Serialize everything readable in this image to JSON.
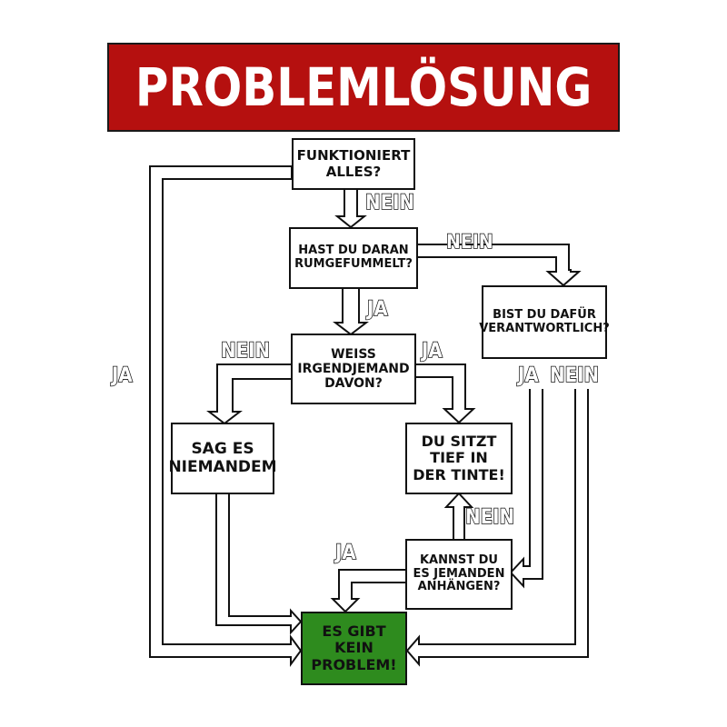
{
  "title": "PROBLEMLÖSUNG",
  "nodes": {
    "funktioniert": "FUNKTIONIERT\nALLES?",
    "rumgefummelt": "HAST DU DARAN\nRUMGEFUMMELT?",
    "verantwortlich": "BIST DU DAFÜR\nVERANTWORTLICH?",
    "weiss": "WEISS\nIRGENDJEMAND\nDAVON?",
    "niemandem": "SAG ES\nNIEMANDEM",
    "tinte": "DU SITZT\nTIEF IN\nDER TINTE!",
    "anhaengen": "KANNST DU\nES JEMANDEN\nANHÄNGEN?",
    "problem": "ES GIBT\nKEIN\nPROBLEM!"
  },
  "labels": {
    "ja_left": "JA",
    "nein_1": "NEIN",
    "nein_2": "NEIN",
    "ja_1": "JA",
    "nein_3": "NEIN",
    "ja_2": "JA",
    "ja_3": "JA",
    "nein_4": "NEIN",
    "nein_5": "NEIN",
    "ja_4": "JA"
  },
  "colors": {
    "banner": "#b5100f",
    "result": "#2e8b1e",
    "line": "#111111"
  }
}
